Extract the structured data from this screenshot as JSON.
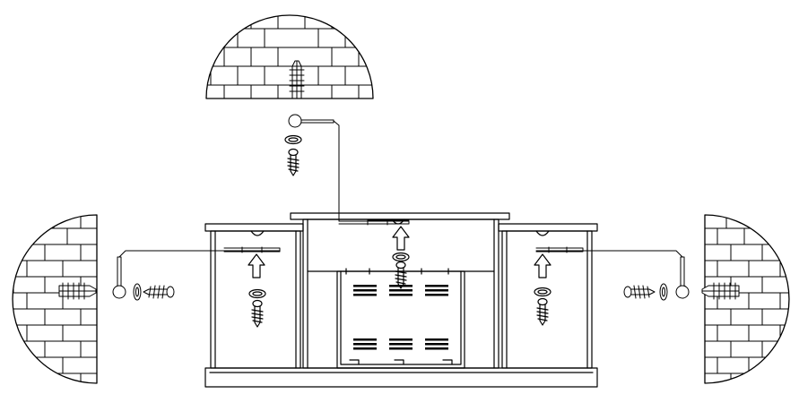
{
  "diagram": {
    "kind": "furniture wall-anchoring assembly illustration",
    "line_color": "#000000",
    "background_color": "#ffffff",
    "parts": [
      "brick-wall-top",
      "brick-wall-left",
      "brick-wall-right",
      "wall-anchor",
      "restraint-strap",
      "strap-bracket",
      "washer",
      "screw",
      "mount-direction-arrow",
      "tv-stand-cabinet"
    ],
    "labels": []
  }
}
